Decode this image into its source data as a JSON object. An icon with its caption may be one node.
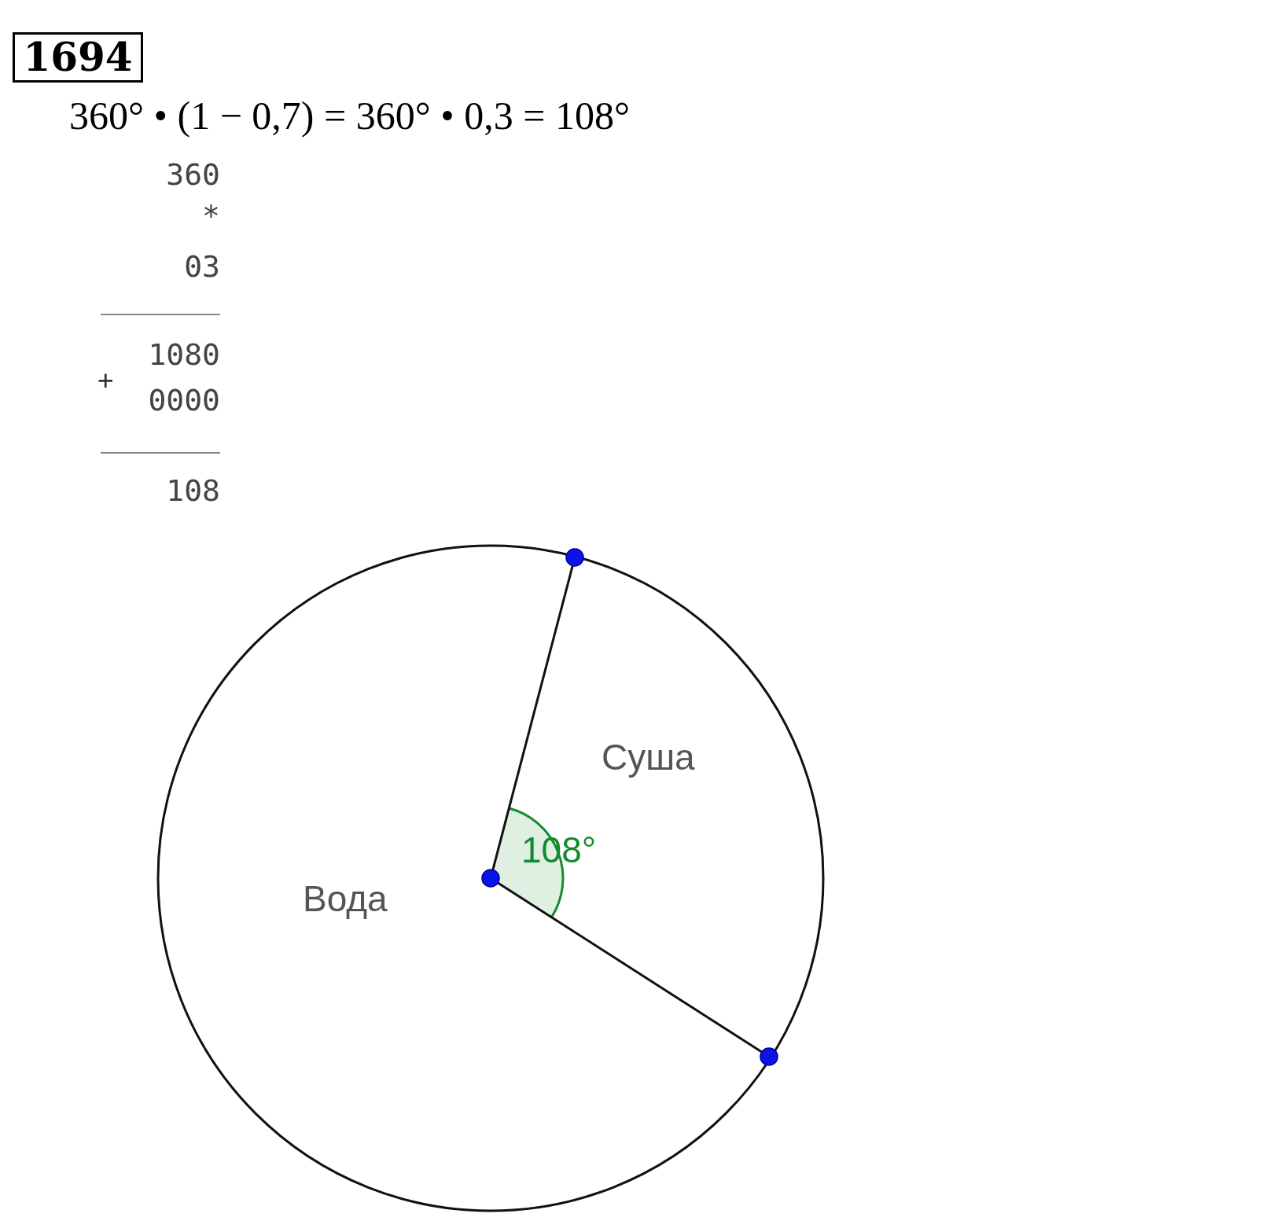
{
  "diagram": {
    "title": "1694",
    "nodes": [
      {
        "text": [],
        "shape": "circle"
      },
      {
        "text": [],
        "shape": "circle"
      },
      {
        "text": [],
        "shape": "circle"
      }
    ],
    "edges": [
      {
        "from": 0,
        "to": 1,
        "arrow": "none"
      },
      {
        "from": 0,
        "to": 2,
        "arrow": "none"
      }
    ],
    "labels": [
      "360° • (1 − 0,7) = 360° • 0,3 = 108°",
      "360",
      "*",
      "03",
      "1080",
      "+",
      "0000",
      "108",
      "Суша",
      "108°",
      "Вода"
    ]
  }
}
